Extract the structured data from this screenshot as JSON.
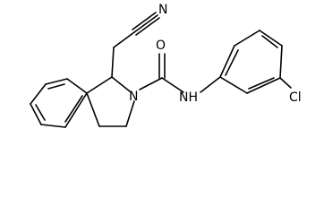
{
  "molecule": {
    "atom_labels": {
      "nitrile_nitrogen": "N",
      "carbonyl_oxygen": "O",
      "ring_nitrogen": "N",
      "amide_nh": "NH",
      "chlorine": "Cl"
    },
    "colors": {
      "bond": "#000000",
      "label": "#000000",
      "background": "#ffffff"
    }
  }
}
